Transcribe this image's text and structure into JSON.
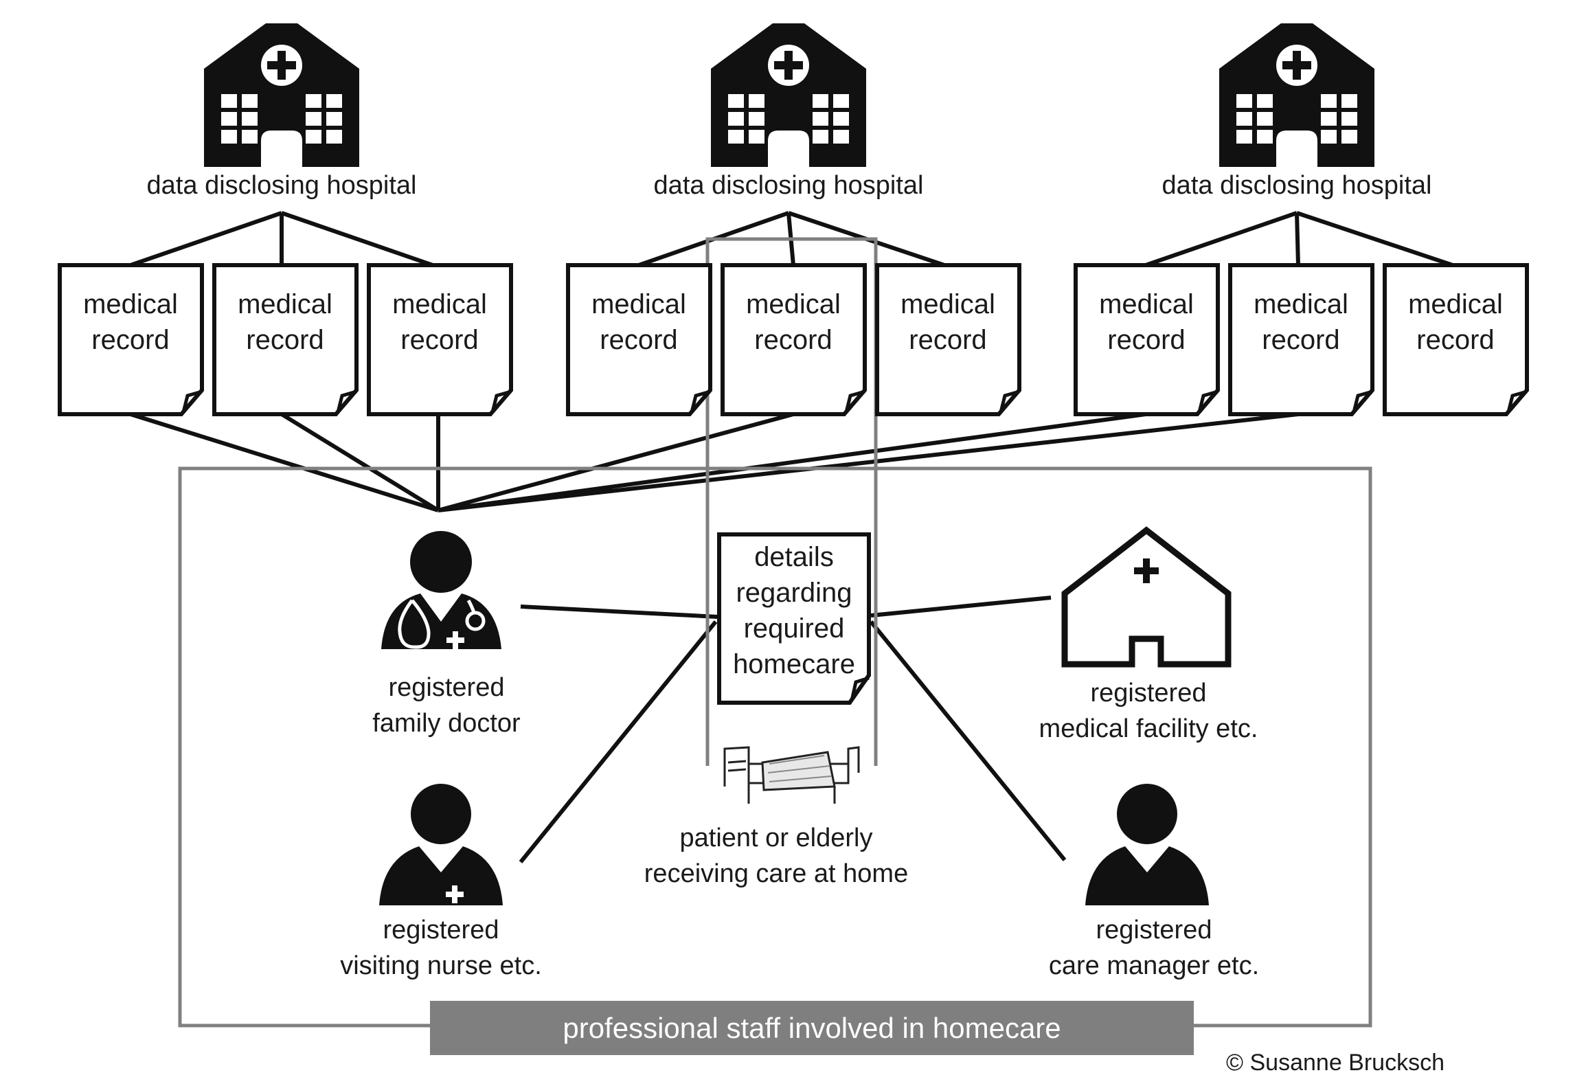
{
  "hospitals": [
    {
      "label": "data disclosing hospital"
    },
    {
      "label": "data disclosing hospital"
    },
    {
      "label": "data disclosing hospital"
    }
  ],
  "records": [
    {
      "line1": "medical",
      "line2": "record"
    },
    {
      "line1": "medical",
      "line2": "record"
    },
    {
      "line1": "medical",
      "line2": "record"
    },
    {
      "line1": "medical",
      "line2": "record"
    },
    {
      "line1": "medical",
      "line2": "record"
    },
    {
      "line1": "medical",
      "line2": "record"
    },
    {
      "line1": "medical",
      "line2": "record"
    },
    {
      "line1": "medical",
      "line2": "record"
    },
    {
      "line1": "medical",
      "line2": "record"
    }
  ],
  "care_details": {
    "lines": [
      "details",
      "regarding",
      "required",
      "homecare"
    ]
  },
  "actors": {
    "family_doctor": {
      "line1": "registered",
      "line2": "family doctor"
    },
    "medical_facility": {
      "line1": "registered",
      "line2": "medical facility etc."
    },
    "visiting_nurse": {
      "line1": "registered",
      "line2": "visiting nurse etc."
    },
    "care_manager": {
      "line1": "registered",
      "line2": "care manager etc."
    },
    "patient": {
      "line1": "patient or elderly",
      "line2": "receiving care at home"
    }
  },
  "staff_group": {
    "label": "professional staff involved in homecare"
  },
  "copyright": "© Susanne Brucksch",
  "colors": {
    "ink": "#111111",
    "frame": "#808080",
    "band": "#7f7f7f"
  }
}
